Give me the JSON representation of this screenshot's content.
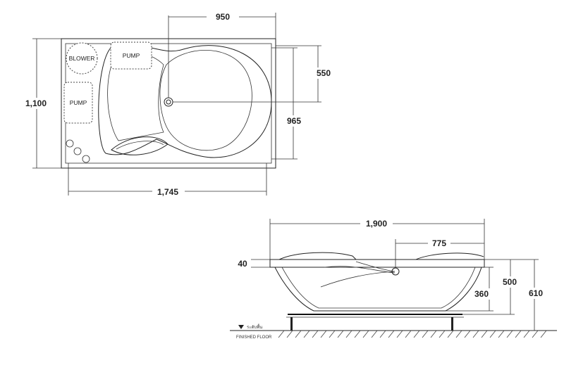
{
  "plan_view": {
    "labels": {
      "blower": "BLOWER",
      "pump_top": "PUMP",
      "pump_left": "PUMP"
    },
    "dimensions": {
      "drain_offset": "950",
      "depth_to_drain": "550",
      "overall_width": "1,100",
      "inner_depth": "965",
      "inner_length": "1,745"
    }
  },
  "section_view": {
    "dimensions": {
      "overall_length": "1,900",
      "drain_offset": "775",
      "rim_thickness": "40",
      "inner_height": "360",
      "rim_height": "500",
      "total_height": "610"
    },
    "floor_label_thai": "ระดับพื้น",
    "floor_label_en": "FINISHED FLOOR"
  }
}
